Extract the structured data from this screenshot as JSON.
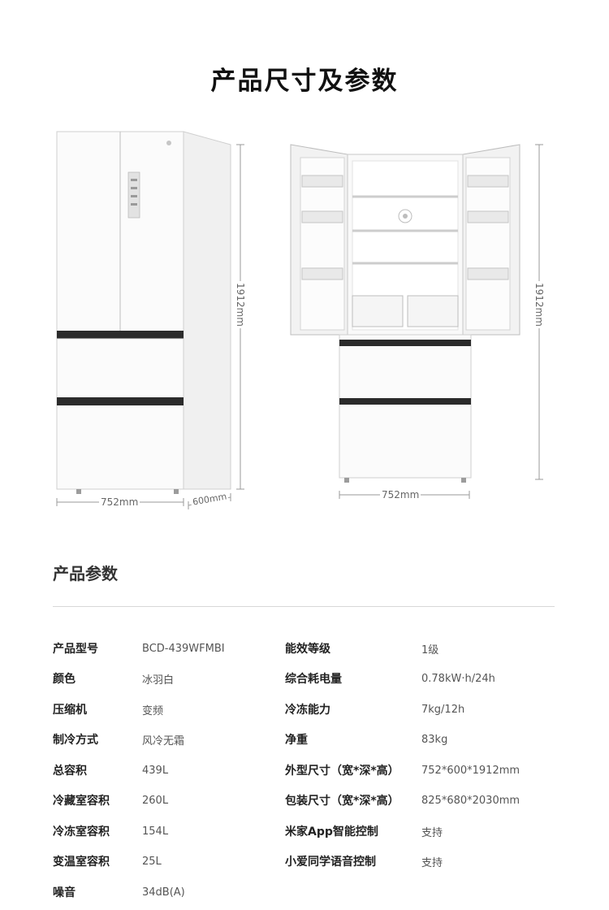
{
  "title": "产品尺寸及参数",
  "figure": {
    "closed_view": {
      "height_label": "1912mm",
      "width_label": "752mm",
      "depth_label": "600mm"
    },
    "open_view": {
      "height_label": "1912mm",
      "width_label": "752mm"
    }
  },
  "params": {
    "heading": "产品参数",
    "left": [
      {
        "label": "产品型号",
        "value": "BCD-439WFMBI"
      },
      {
        "label": "颜色",
        "value": "冰羽白"
      },
      {
        "label": "压缩机",
        "value": "变频"
      },
      {
        "label": "制冷方式",
        "value": "风冷无霜"
      },
      {
        "label": "总容积",
        "value": "439L"
      },
      {
        "label": "冷藏室容积",
        "value": "260L"
      },
      {
        "label": "冷冻室容积",
        "value": "154L"
      },
      {
        "label": "变温室容积",
        "value": "25L"
      },
      {
        "label": "噪音",
        "value": "34dB(A)"
      }
    ],
    "right": [
      {
        "label": "能效等级",
        "value": "1级"
      },
      {
        "label": "综合耗电量",
        "value": "0.78kW·h/24h"
      },
      {
        "label": "冷冻能力",
        "value": "7kg/12h"
      },
      {
        "label": "净重",
        "value": "83kg"
      },
      {
        "label": "外型尺寸（宽*深*高）",
        "value": "752*600*1912mm"
      },
      {
        "label": "包装尺寸（宽*深*高）",
        "value": "825*680*2030mm"
      },
      {
        "label": "米家App智能控制",
        "value": "支持"
      },
      {
        "label": "小爱同学语音控制",
        "value": "支持"
      }
    ]
  }
}
